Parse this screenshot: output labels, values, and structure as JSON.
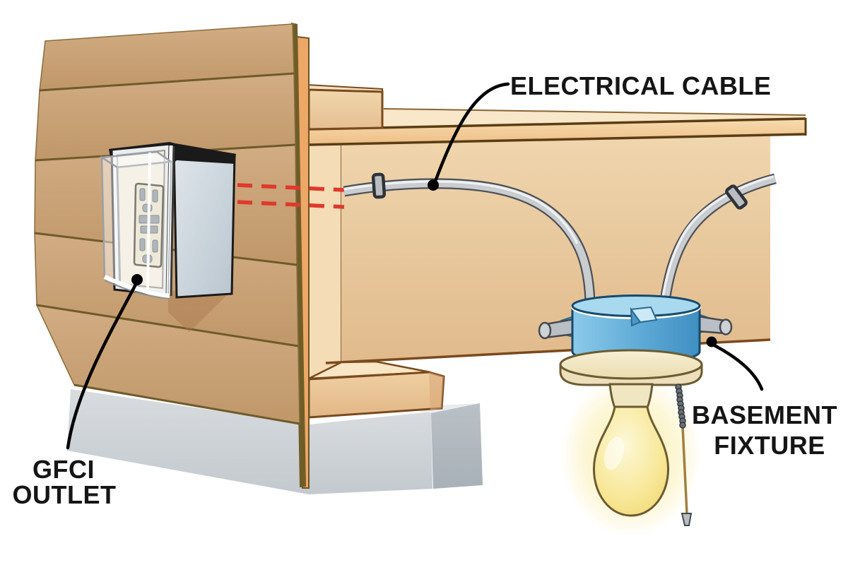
{
  "figure": {
    "type": "cutaway-illustration",
    "subject": "Powering an outdoor GFCI outlet from a basement light fixture"
  },
  "labels": {
    "electrical_cable": "ELECTRICAL CABLE",
    "gfci_line1": "GFCI",
    "gfci_line2": "OUTLET",
    "basement_line1": "BASEMENT",
    "basement_line2": "FIXTURE"
  },
  "colors": {
    "label-color": "#151515",
    "leader-color": "#000000",
    "siding-tan": "#c8a278",
    "siding-edge": "#6f5a2b",
    "corner-strip-orange": "#eda766",
    "joist-face": "#e8c89e",
    "wood-outline": "#7a4a1c",
    "subfloor-light": "#f8e7c8",
    "concrete-gray": "#ccd1d5",
    "cable-gray": "#c9cdd0",
    "dashed-cable-red": "#df3a2c",
    "junction-box-blue": "#5da9d6",
    "canopy-cream": "#f0e6c2",
    "bulb-yellow": "#f6e388",
    "cover-clear": "#e8ebee"
  }
}
